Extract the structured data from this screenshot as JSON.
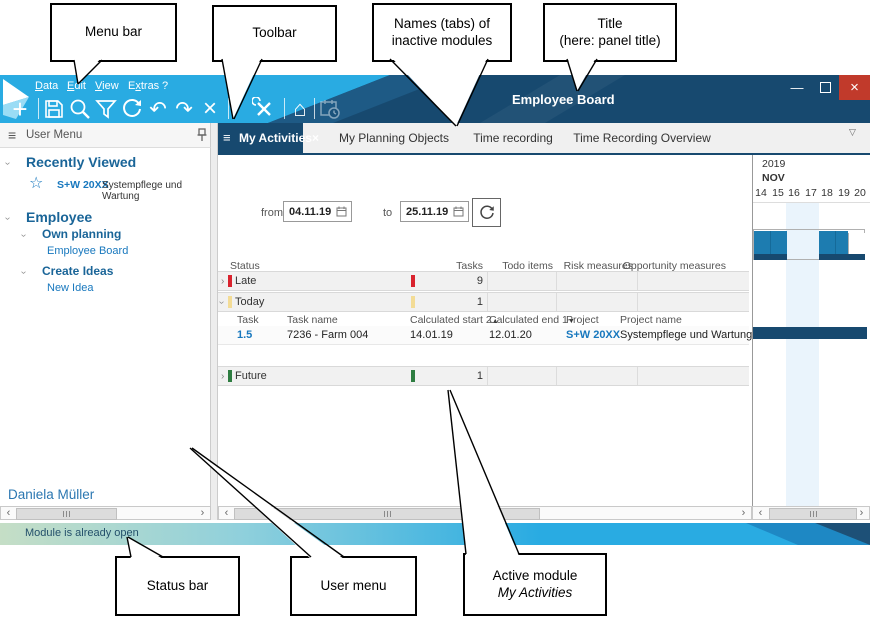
{
  "callouts": {
    "menu_bar": "Menu bar",
    "toolbar": "Toolbar",
    "tabs_line1": "Names (tabs) of",
    "tabs_line2": "inactive modules",
    "title_line1": "Title",
    "title_line2": "(here: panel title)",
    "status_bar": "Status bar",
    "user_menu": "User menu",
    "active_line1": "Active module",
    "active_line2": "My Activities"
  },
  "titlebar": {
    "title": "Employee Board"
  },
  "menu": {
    "items": [
      {
        "pre": "",
        "u": "D",
        "post": "ata"
      },
      {
        "pre": "",
        "u": "E",
        "post": "dit"
      },
      {
        "pre": "",
        "u": "V",
        "post": "iew"
      },
      {
        "pre": "E",
        "u": "x",
        "post": "tras"
      },
      {
        "pre": "",
        "u": "",
        "post": "?"
      }
    ]
  },
  "tabs": {
    "active": "My Activities",
    "inactive": [
      "My Planning Objects",
      "Time recording",
      "Time Recording Overview"
    ]
  },
  "sidebar": {
    "header": "User Menu",
    "recently": {
      "heading": "Recently Viewed",
      "item_code": "S+W 20XX",
      "item_text": "Systempflege und Wartung"
    },
    "employee": {
      "heading": "Employee",
      "groups": [
        {
          "label": "Own planning",
          "links": [
            "Employee Board"
          ]
        },
        {
          "label": "Create Ideas",
          "links": [
            "New Idea"
          ]
        }
      ]
    },
    "user": "Daniela Müller"
  },
  "filter": {
    "from_label": "from",
    "from_value": "04.11.19",
    "to_label": "to",
    "to_value": "25.11.19"
  },
  "table": {
    "headers": [
      "Status",
      "Tasks",
      "Todo items",
      "Risk measures",
      "Opportunity measures"
    ],
    "groups": [
      {
        "label": "Late",
        "count": "9",
        "color": "#D9232E"
      },
      {
        "label": "Today",
        "count": "1",
        "color": "#F3DC96"
      },
      {
        "label": "Future",
        "count": "1",
        "color": "#2E7D41"
      }
    ],
    "subheaders": {
      "task": "Task",
      "task_name": "Task name",
      "calc_start": "Calculated start 2",
      "calc_end": "Calculated end 1",
      "project": "Project",
      "project_name": "Project name"
    },
    "row": {
      "task": "1.5",
      "task_name": "7236 - Farm 004",
      "calc_start": "14.01.19",
      "calc_end": "12.01.20",
      "project": "S+W 20XX",
      "project_name": "Systempflege und Wartung"
    }
  },
  "timeline": {
    "year": "2019",
    "month": "NOV",
    "days": [
      "14",
      "15",
      "16",
      "17",
      "18",
      "19",
      "20"
    ],
    "bar_color": "#1D7CB0",
    "base_color": "#17496F",
    "weekend_color": "#EAF4FC"
  },
  "statusbar": {
    "message": "Module is already open"
  },
  "colors": {
    "accent_cyan": "#29ABE2",
    "navy": "#17496F",
    "close_red": "#C13A2B",
    "link_blue": "#1878BE"
  }
}
